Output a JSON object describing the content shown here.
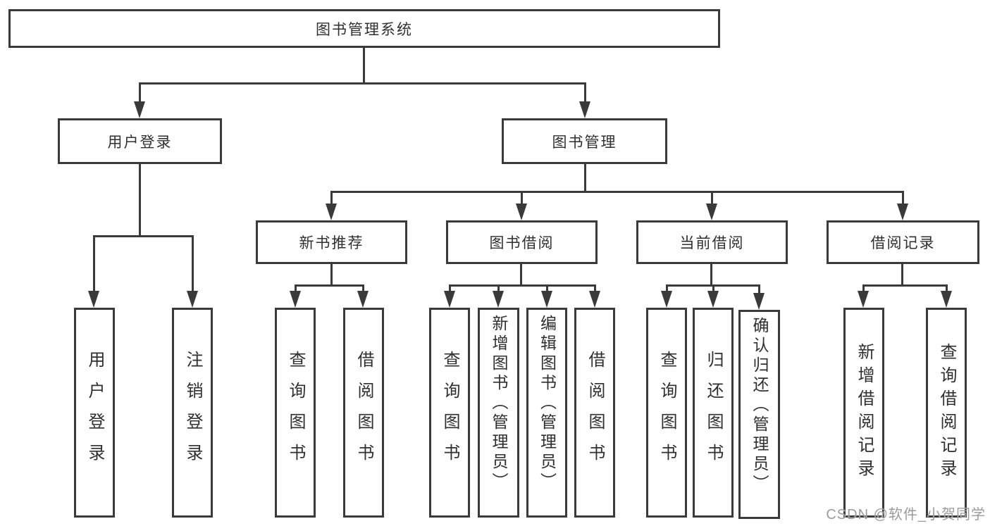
{
  "tree": {
    "root": {
      "label": "图书管理系统"
    },
    "user_login": {
      "label": "用户登录",
      "children": {
        "login": "用户登录",
        "logout": "注销登录"
      }
    },
    "book_mgmt": {
      "label": "图书管理"
    },
    "new_book": {
      "label": "新书推荐",
      "children": {
        "query": "查询图书",
        "borrow": "借阅图书"
      }
    },
    "borrow": {
      "label": "图书借阅",
      "children": {
        "query": "查询图书",
        "add": "新增图书（管理员）",
        "edit": "编辑图书（管理员）",
        "borrow": "借阅图书"
      }
    },
    "current": {
      "label": "当前借阅",
      "children": {
        "query": "查询图书",
        "return": "归还图书",
        "confirm": "确认归还（管理员）"
      }
    },
    "records": {
      "label": "借阅记录",
      "children": {
        "add": "新增借阅记录",
        "query": "查询借阅记录"
      }
    }
  },
  "watermark": "CSDN @软件_小贺同学",
  "colors": {
    "line": "#3a3a3a",
    "box_fill": "#ffffff",
    "background": "#ffffff",
    "watermark": "#9b9b9b"
  }
}
